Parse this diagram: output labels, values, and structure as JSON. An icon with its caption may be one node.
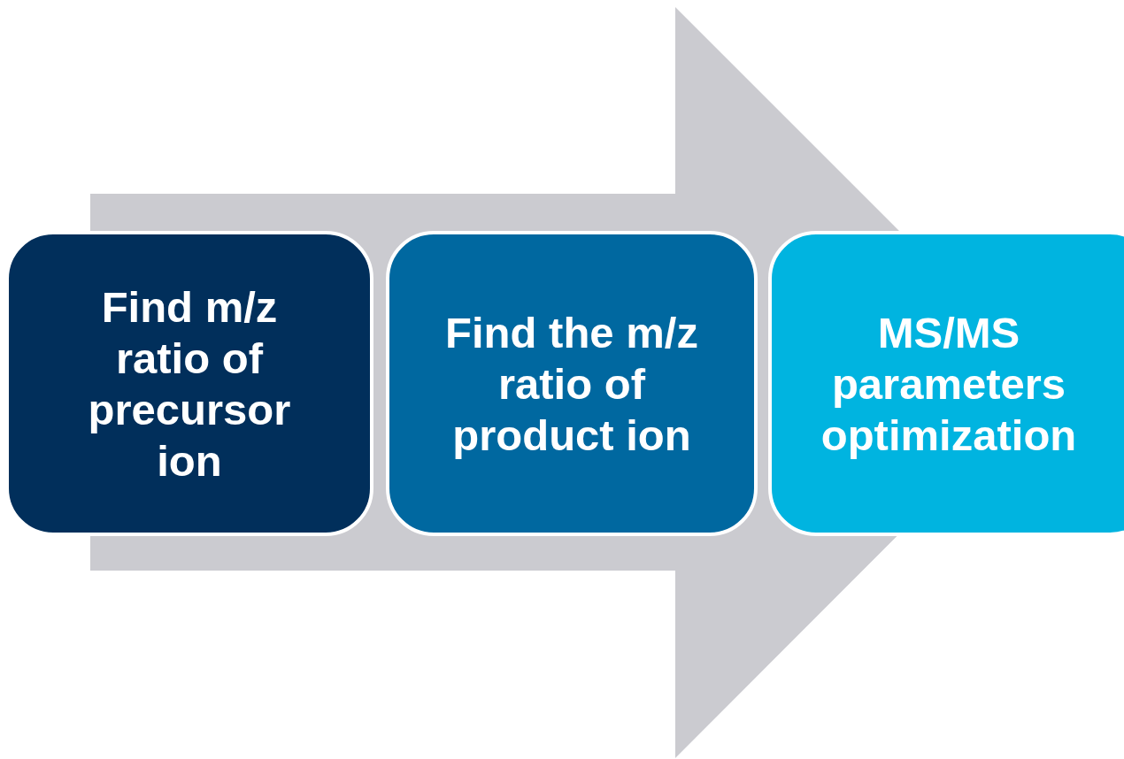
{
  "diagram": {
    "nodes": [
      {
        "text": [
          "Find m/z ratio of precursor ion"
        ]
      },
      {
        "text": [
          "Find the m/z ratio of product ion"
        ]
      },
      {
        "text": [
          "MS/MS parameters optimization"
        ]
      }
    ],
    "edges": [
      {
        "from": 0,
        "to": 2,
        "arrow": "to"
      }
    ]
  }
}
